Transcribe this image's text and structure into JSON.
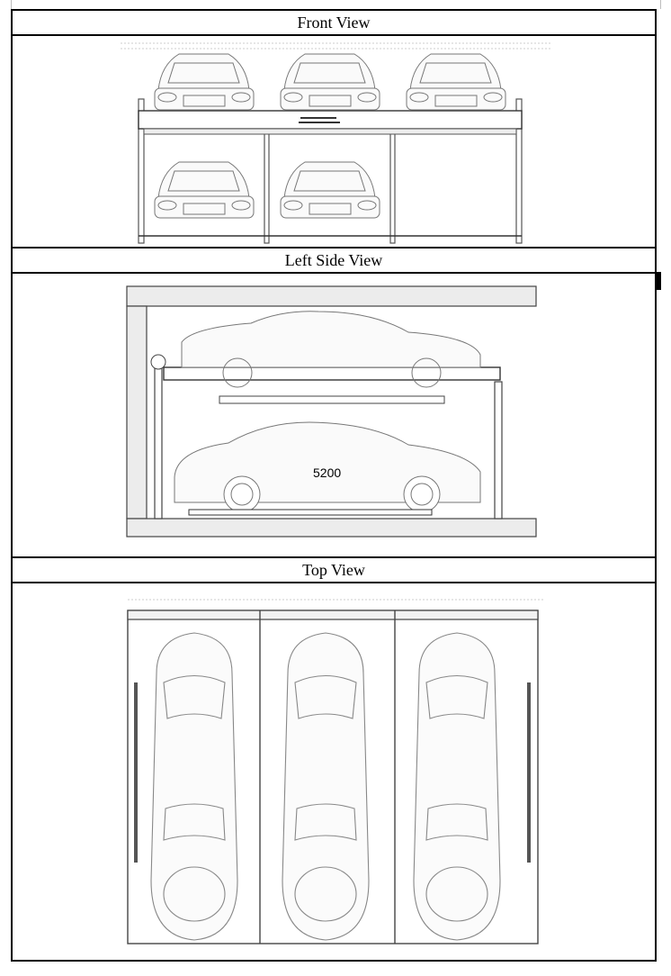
{
  "views": [
    {
      "title": "Front View"
    },
    {
      "title": "Left Side View",
      "dimension_label": "5200"
    },
    {
      "title": "Top View"
    }
  ],
  "colors": {
    "border": "#000000",
    "drawing": "#555555",
    "fill": "#e9e9e9"
  }
}
